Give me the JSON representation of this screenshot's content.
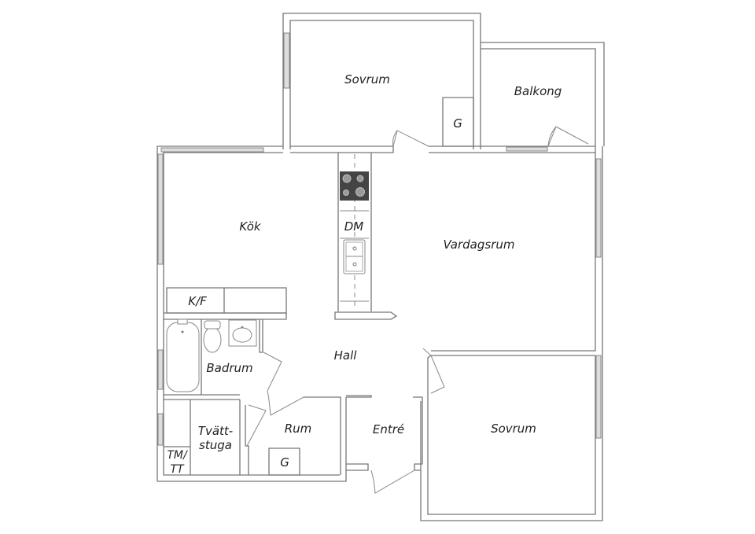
{
  "floorplan": {
    "rooms": [
      {
        "id": "sovrum-top",
        "label": "Sovrum"
      },
      {
        "id": "balkong",
        "label": "Balkong"
      },
      {
        "id": "kok",
        "label": "Kök"
      },
      {
        "id": "vardagsrum",
        "label": "Vardagsrum"
      },
      {
        "id": "hall",
        "label": "Hall"
      },
      {
        "id": "badrum",
        "label": "Badrum"
      },
      {
        "id": "tvattstuga",
        "label": "Tvätt-\nstuga"
      },
      {
        "id": "rum",
        "label": "Rum"
      },
      {
        "id": "entre",
        "label": "Entré"
      },
      {
        "id": "sovrum-bottom",
        "label": "Sovrum"
      }
    ],
    "fixtures": [
      {
        "id": "garderob-top",
        "label": "G"
      },
      {
        "id": "garderob-rum",
        "label": "G"
      },
      {
        "id": "kyl-frys",
        "label": "K/F"
      },
      {
        "id": "diskmaskin",
        "label": "DM"
      },
      {
        "id": "tm-tt",
        "label": "TM/\nTT"
      }
    ],
    "line_color": "#777777",
    "stove_color": "#444444"
  }
}
